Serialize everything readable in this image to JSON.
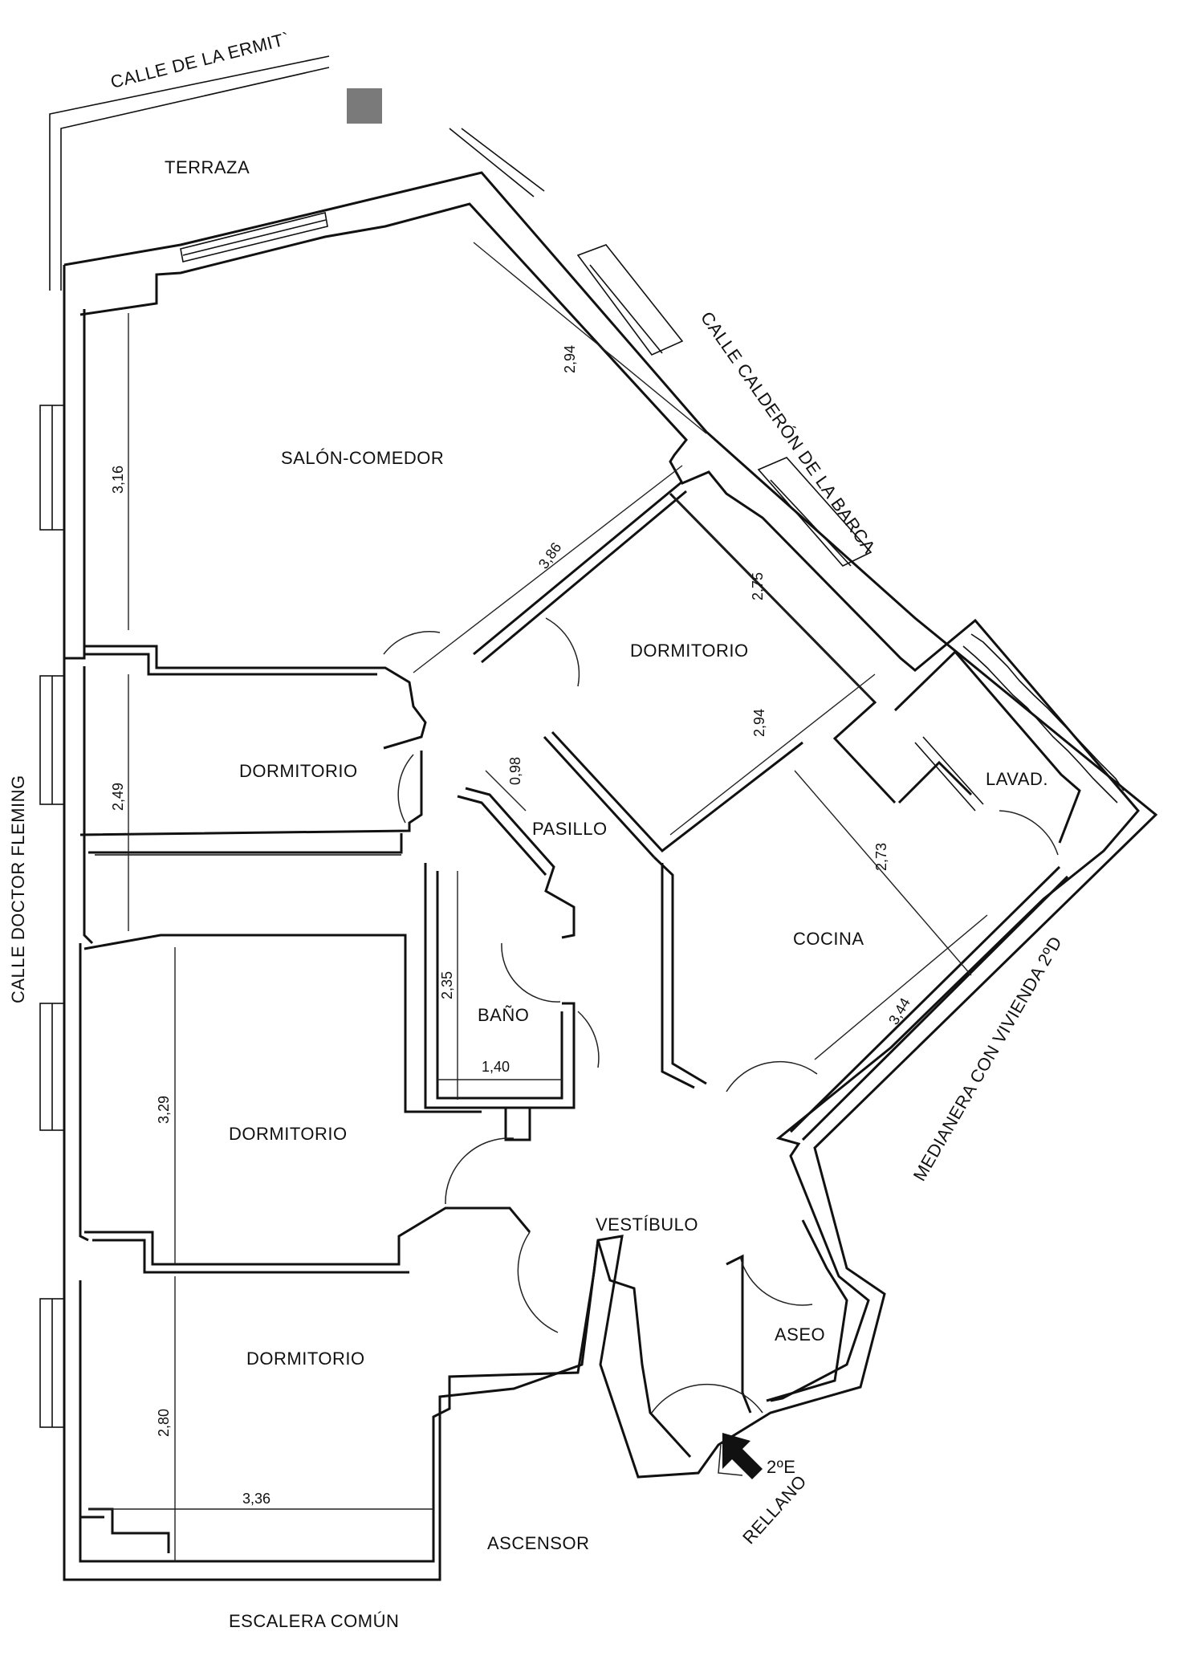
{
  "streets": {
    "ermita": "CALLE DE LA ERMIT`",
    "calderon": "CALLE CALDERÓN DE LA BARCA",
    "fleming": "CALLE DOCTOR FLEMING",
    "medianera": "MEDIANERA CON VIVIENDA 2ºD",
    "escalera": "ESCALERA COMÚN",
    "rellano": "RELLANO"
  },
  "rooms": {
    "terraza": "TERRAZA",
    "salon": "SALÓN-COMEDOR",
    "dormitorio_ne": "DORMITORIO",
    "dormitorio_w1": "DORMITORIO",
    "pasillo": "PASILLO",
    "lavad": "LAVAD.",
    "cocina": "COCINA",
    "bano": "BAÑO",
    "dormitorio_w2": "DORMITORIO",
    "vestibulo": "VESTÍBULO",
    "aseo": "ASEO",
    "dormitorio_w3": "DORMITORIO",
    "ascensor": "ASCENSOR"
  },
  "entrance": {
    "unit": "2ºE"
  },
  "dimensions": {
    "salon_diag": "2,94",
    "salon_height": "3,16",
    "salon_width": "3,86",
    "dorm_ne_a": "2,75",
    "dorm_ne_b": "2,94",
    "dorm_w1_h": "2,49",
    "pasillo_w": "0,98",
    "bano_h": "2,35",
    "bano_w": "1,40",
    "cocina_a": "2,73",
    "cocina_b": "3,44",
    "dorm_w2_h": "3,29",
    "dorm_w3_h": "2,80",
    "dorm_w3_w": "3,36"
  },
  "colors": {
    "marker": "#7a7a7a",
    "lines": "#111111"
  },
  "icons": {
    "entrance": "entrance-arrow-icon",
    "north": "north-marker-icon"
  }
}
